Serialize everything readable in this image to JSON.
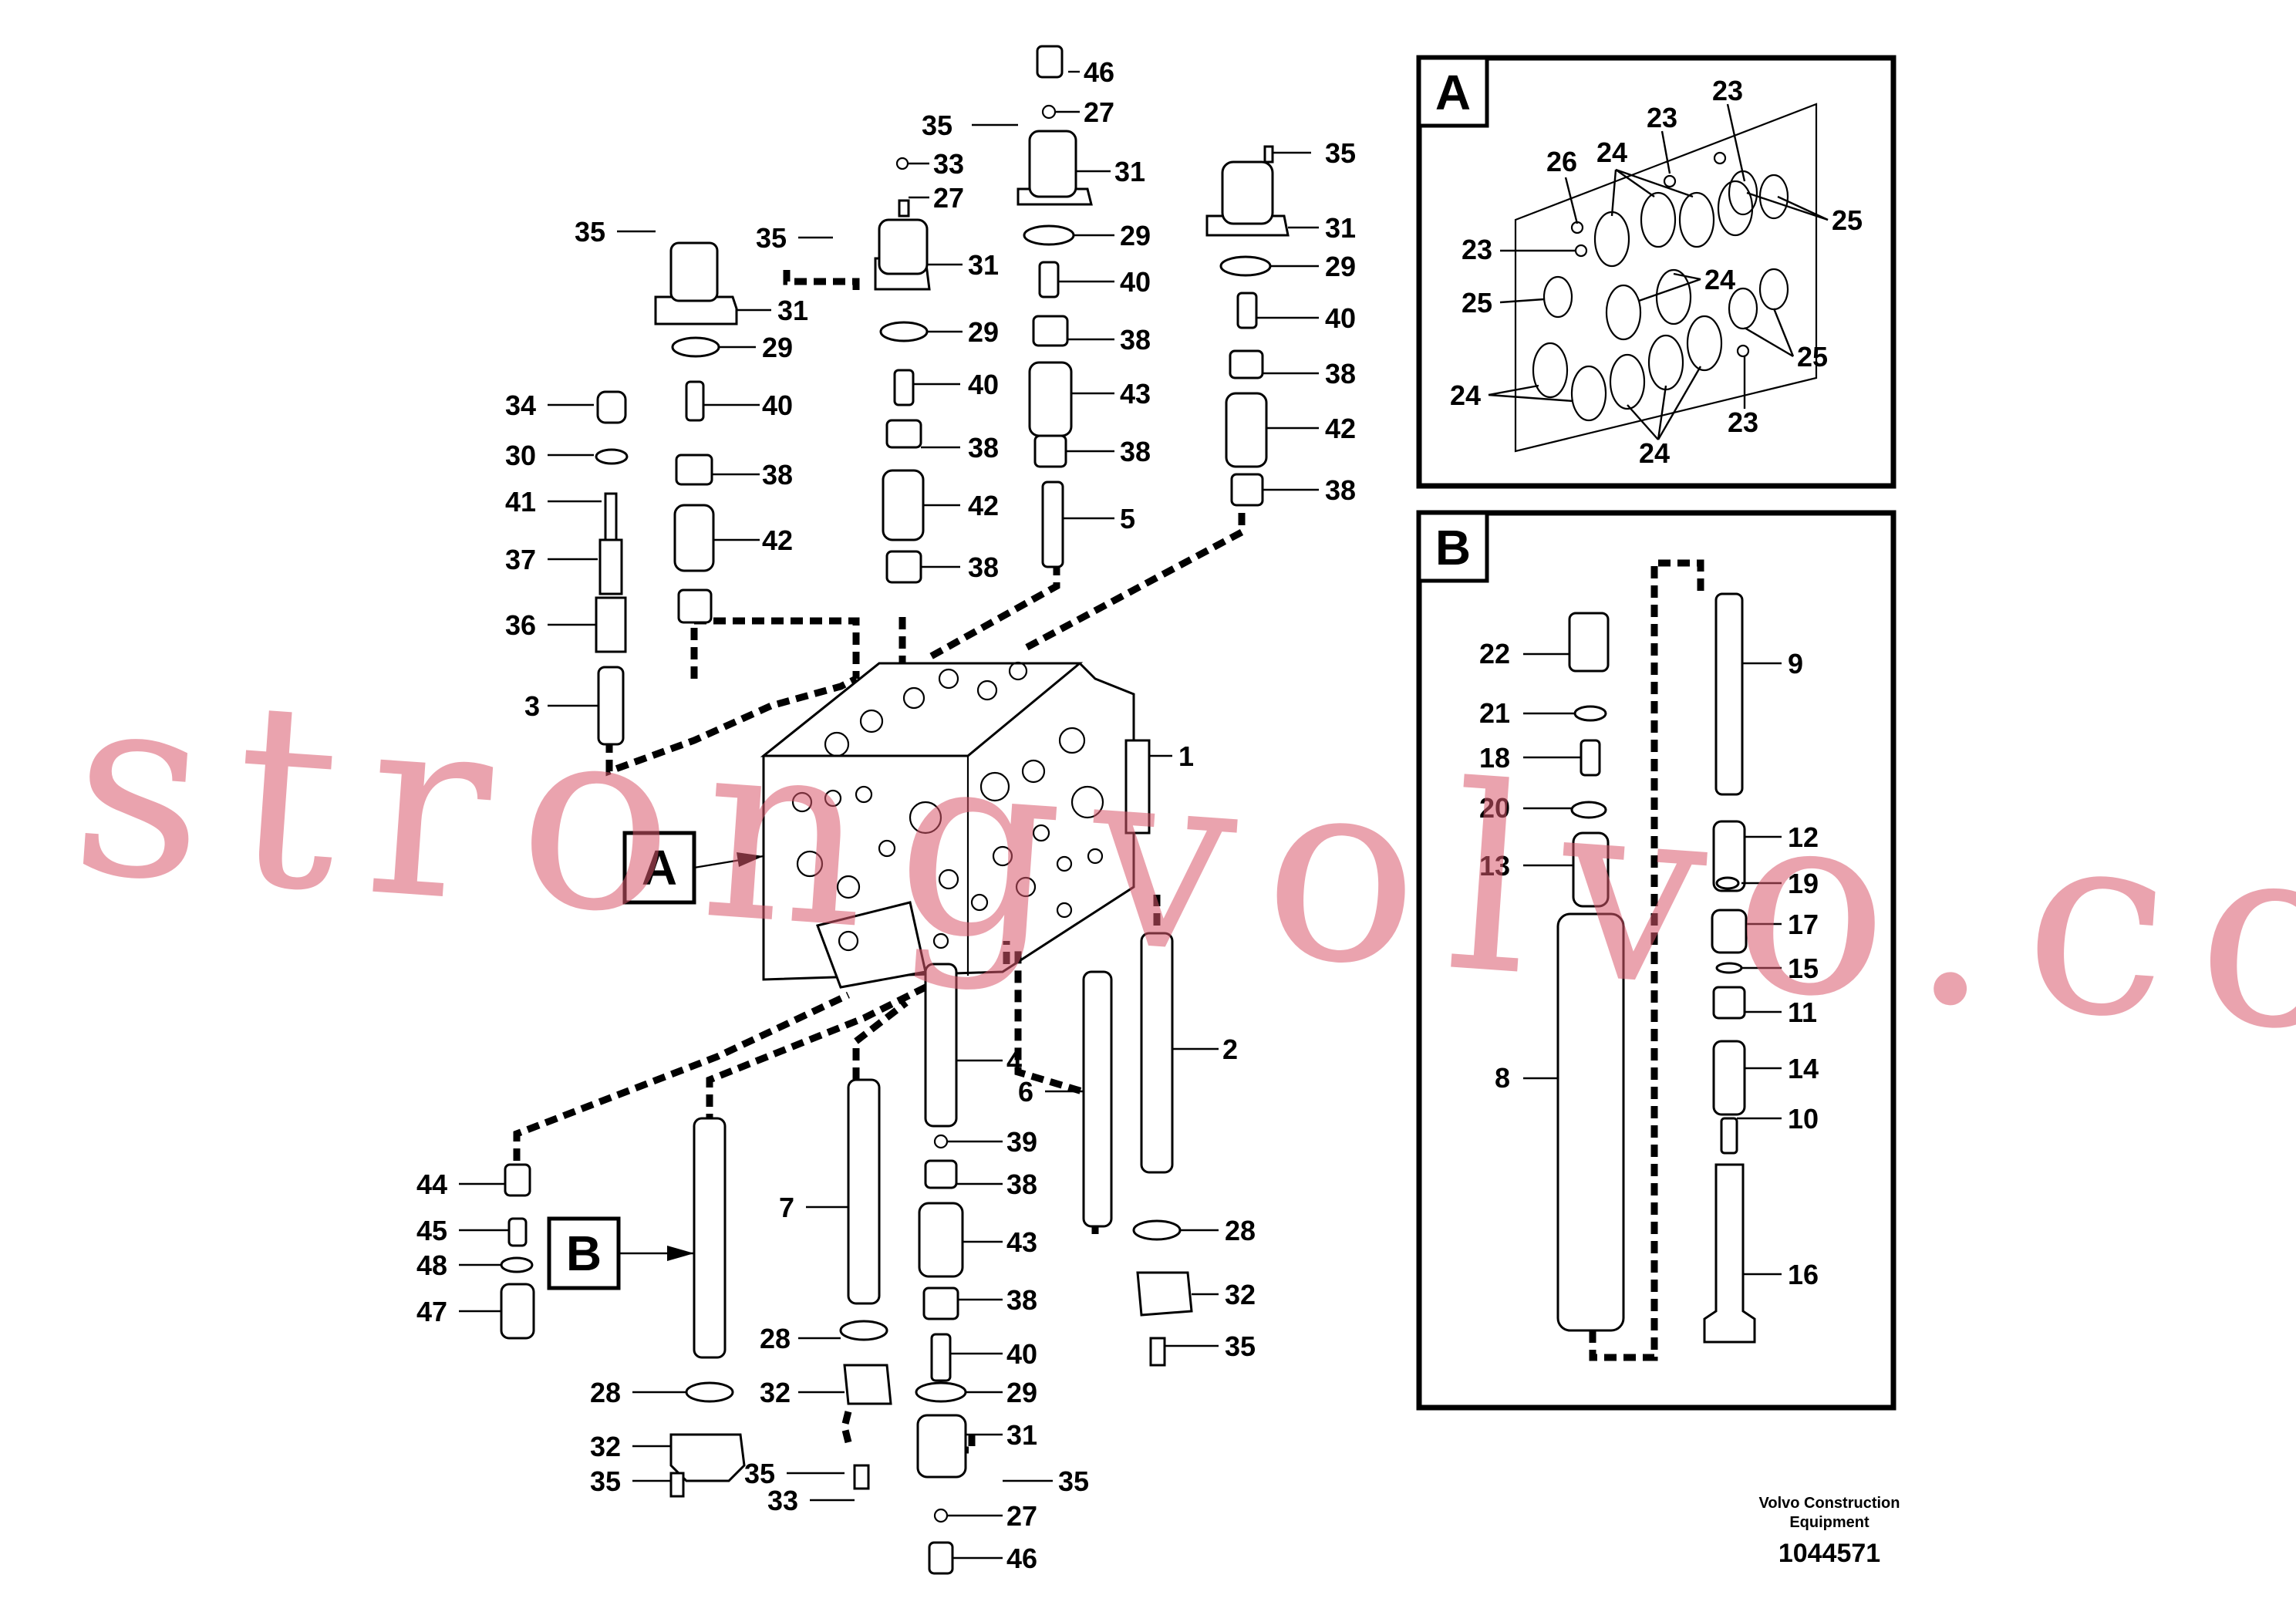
{
  "callouts": {
    "a": "A",
    "b": "B"
  },
  "inset_a": {
    "title": "A",
    "labels": [
      "23",
      "23",
      "24",
      "26",
      "25",
      "23",
      "25",
      "24",
      "25",
      "24",
      "24",
      "23"
    ]
  },
  "inset_b": {
    "title": "B",
    "labels": [
      "22",
      "21",
      "18",
      "20",
      "13",
      "8",
      "9",
      "12",
      "19",
      "17",
      "15",
      "11",
      "14",
      "10",
      "16"
    ]
  },
  "main_labels": [
    "46",
    "27",
    "35",
    "31",
    "33",
    "27",
    "35",
    "35",
    "31",
    "35",
    "31",
    "29",
    "29",
    "31",
    "29",
    "40",
    "29",
    "40",
    "34",
    "40",
    "38",
    "40",
    "30",
    "38",
    "43",
    "38",
    "41",
    "42",
    "38",
    "42",
    "37",
    "5",
    "38",
    "42",
    "38",
    "36",
    "38",
    "3",
    "1",
    "4",
    "2",
    "6",
    "39",
    "7",
    "38",
    "44",
    "28",
    "45",
    "43",
    "48",
    "32",
    "47",
    "38",
    "28",
    "40",
    "35",
    "28",
    "32",
    "29",
    "31",
    "32",
    "35",
    "35",
    "35",
    "33",
    "27",
    "46"
  ],
  "caption": {
    "line1": "Volvo Construction",
    "line2": "Equipment",
    "number": "1044571"
  },
  "watermark": "strongvolvo.com"
}
